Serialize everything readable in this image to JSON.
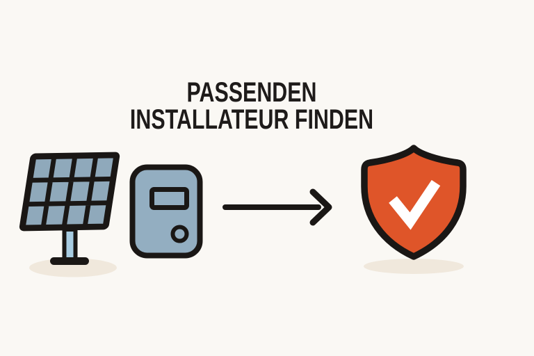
{
  "title": {
    "line1": "PASSENDEN",
    "line2": "INSTALLATEUR FINDEN"
  },
  "illustration": {
    "icons": {
      "left": "solar-panel-icon",
      "middle": "inverter-icon",
      "connector": "arrow-right-icon",
      "right": "shield-check-icon"
    },
    "arrow_direction": "right"
  },
  "colors": {
    "background": "#FAF8F4",
    "outline": "#1A1715",
    "panel_cell_blue": "#8FA9BB",
    "inverter_blue": "#93AEC1",
    "pole_blue": "#A8CCE1",
    "shield_orange": "#DF5529",
    "checkmark_white": "#FFFFFF",
    "shadow_beige": "#F0E8DC",
    "title_text": "#1E1B1A"
  }
}
